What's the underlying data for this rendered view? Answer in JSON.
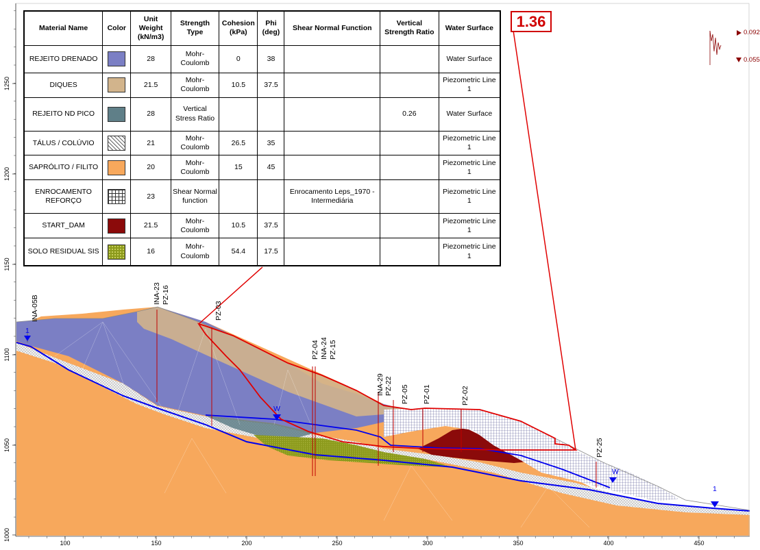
{
  "factor_of_safety": "1.36",
  "table": {
    "headers": [
      "Material Name",
      "Color",
      "Unit Weight (kN/m3)",
      "Strength Type",
      "Cohesion (kPa)",
      "Phi (deg)",
      "Shear Normal Function",
      "Vertical Strength Ratio",
      "Water Surface"
    ],
    "rows": [
      {
        "name": "REJEITO DRENADO",
        "color": "#7b7fc4",
        "pattern": "solid",
        "unit_weight": "28",
        "strength_type": "Mohr-Coulomb",
        "cohesion": "0",
        "phi": "38",
        "shear_fn": "",
        "vsr": "",
        "water": "Water Surface"
      },
      {
        "name": "DIQUES",
        "color": "#d2b48c",
        "pattern": "solid",
        "unit_weight": "21.5",
        "strength_type": "Mohr-Coulomb",
        "cohesion": "10.5",
        "phi": "37.5",
        "shear_fn": "",
        "vsr": "",
        "water": "Piezometric Line 1"
      },
      {
        "name": "REJEITO ND PICO",
        "color": "#5f7f88",
        "pattern": "solid",
        "unit_weight": "28",
        "strength_type": "Vertical Stress Ratio",
        "cohesion": "",
        "phi": "",
        "shear_fn": "",
        "vsr": "0.26",
        "water": "Water Surface"
      },
      {
        "name": "TÁLUS / COLÚVIO",
        "color": "#ffffff",
        "pattern": "cross",
        "unit_weight": "21",
        "strength_type": "Mohr-Coulomb",
        "cohesion": "26.5",
        "phi": "35",
        "shear_fn": "",
        "vsr": "",
        "water": "Piezometric Line 1"
      },
      {
        "name": "SAPRÓLITO / FILITO",
        "color": "#f7a85c",
        "pattern": "solid",
        "unit_weight": "20",
        "strength_type": "Mohr-Coulomb",
        "cohesion": "15",
        "phi": "45",
        "shear_fn": "",
        "vsr": "",
        "water": "Piezometric Line 1"
      },
      {
        "name": "ENROCAMENTO REFORÇO",
        "color": "#ffffff",
        "pattern": "grid",
        "unit_weight": "23",
        "strength_type": "Shear Normal function",
        "cohesion": "",
        "phi": "",
        "shear_fn": "Enrocamento Leps_1970 - Intermediária",
        "vsr": "",
        "water": "Piezometric Line 1"
      },
      {
        "name": "START_DAM",
        "color": "#8b0a0a",
        "pattern": "solid",
        "unit_weight": "21.5",
        "strength_type": "Mohr-Coulomb",
        "cohesion": "10.5",
        "phi": "37.5",
        "shear_fn": "",
        "vsr": "",
        "water": "Piezometric Line 1"
      },
      {
        "name": "SOLO RESIDUAL SIS",
        "color": "#8c9a1c",
        "pattern": "dots",
        "unit_weight": "16",
        "strength_type": "Mohr-Coulomb",
        "cohesion": "54.4",
        "phi": "17.5",
        "shear_fn": "",
        "vsr": "",
        "water": "Piezometric Line 1"
      }
    ]
  },
  "axes": {
    "x_ticks": [
      "100",
      "150",
      "200",
      "250",
      "300",
      "350",
      "400",
      "450"
    ],
    "y_ticks": [
      "1000",
      "1050",
      "1100",
      "1150",
      "1200",
      "1250"
    ]
  },
  "instruments": [
    "INA-05B",
    "INA-23",
    "PZ-16",
    "PZ-03",
    "PZ-04",
    "INA-24",
    "PZ-15",
    "INA-29",
    "PZ-22",
    "PZ-05",
    "PZ-01",
    "PZ-02",
    "PZ-25"
  ],
  "water_labels": [
    "W",
    "W",
    "1",
    "1"
  ],
  "seismic": {
    "top": "0.092",
    "bottom": "0.055"
  },
  "colors": {
    "slip_surface": "#e00000",
    "water_line": "#0000ee",
    "accent": "#d00000"
  }
}
